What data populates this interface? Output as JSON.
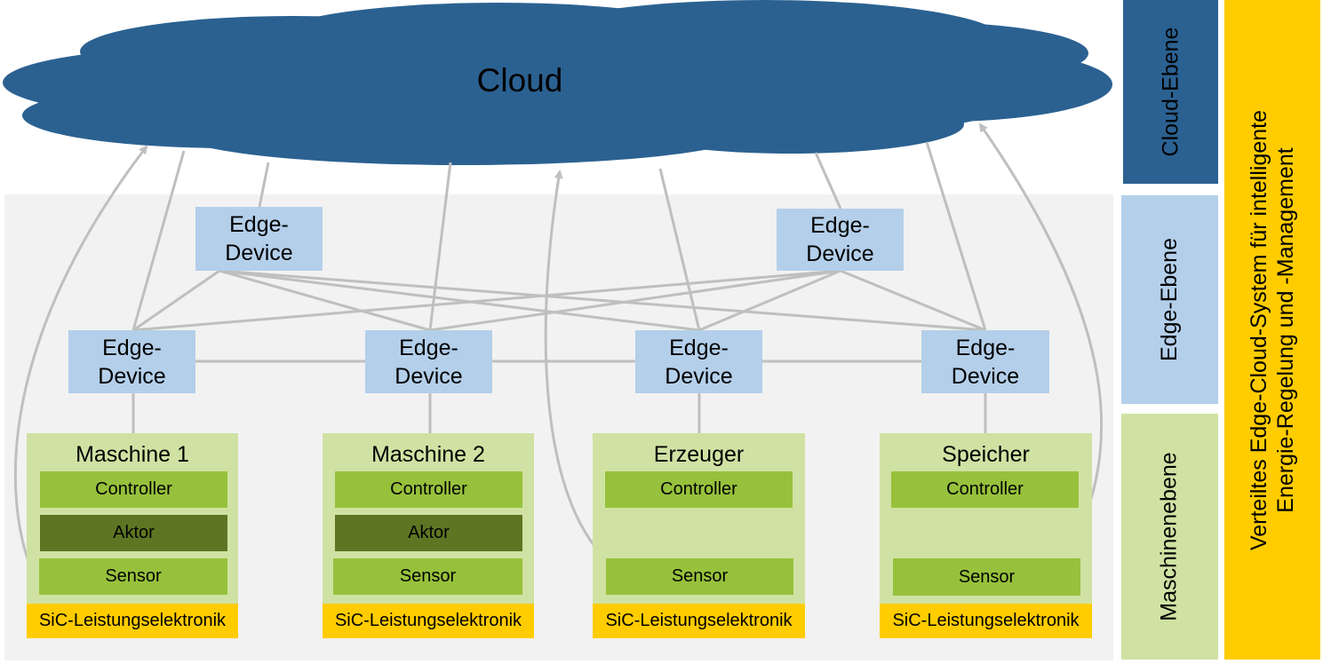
{
  "cloud": {
    "label": "Cloud",
    "color": "#2b6191"
  },
  "edge_devices": {
    "top_left": "Edge-\nDevice",
    "top_right": "Edge-\nDevice",
    "row": [
      "Edge-\nDevice",
      "Edge-\nDevice",
      "Edge-\nDevice",
      "Edge-\nDevice"
    ],
    "color": "#b4cfea"
  },
  "machines": [
    {
      "title": "Maschine 1",
      "components": [
        "Controller",
        "Aktor",
        "Sensor"
      ],
      "power": "SiC-Leistungselektronik"
    },
    {
      "title": "Maschine 2",
      "components": [
        "Controller",
        "Aktor",
        "Sensor"
      ],
      "power": "SiC-Leistungselektronik"
    },
    {
      "title": "Erzeuger",
      "components": [
        "Controller",
        "Sensor"
      ],
      "power": "SiC-Leistungselektronik"
    },
    {
      "title": "Speicher",
      "components": [
        "Controller",
        "Sensor"
      ],
      "power": "SiC-Leistungselektronik"
    }
  ],
  "layers": {
    "cloud": "Cloud-Ebene",
    "edge": "Edge-Ebene",
    "machine": "Maschinenebene"
  },
  "system_title": "Verteiltes Edge-Cloud-System für intelligente\nEnergie-Regelung und -Management",
  "colors": {
    "cloud": "#2b6191",
    "edge": "#b4cfea",
    "machine_bg": "#cfe2a3",
    "component": "#97c13c",
    "actuator": "#5e7623",
    "power": "#ffcc00",
    "ground": "#f2f2f2",
    "connector": "#bfbfbf"
  }
}
